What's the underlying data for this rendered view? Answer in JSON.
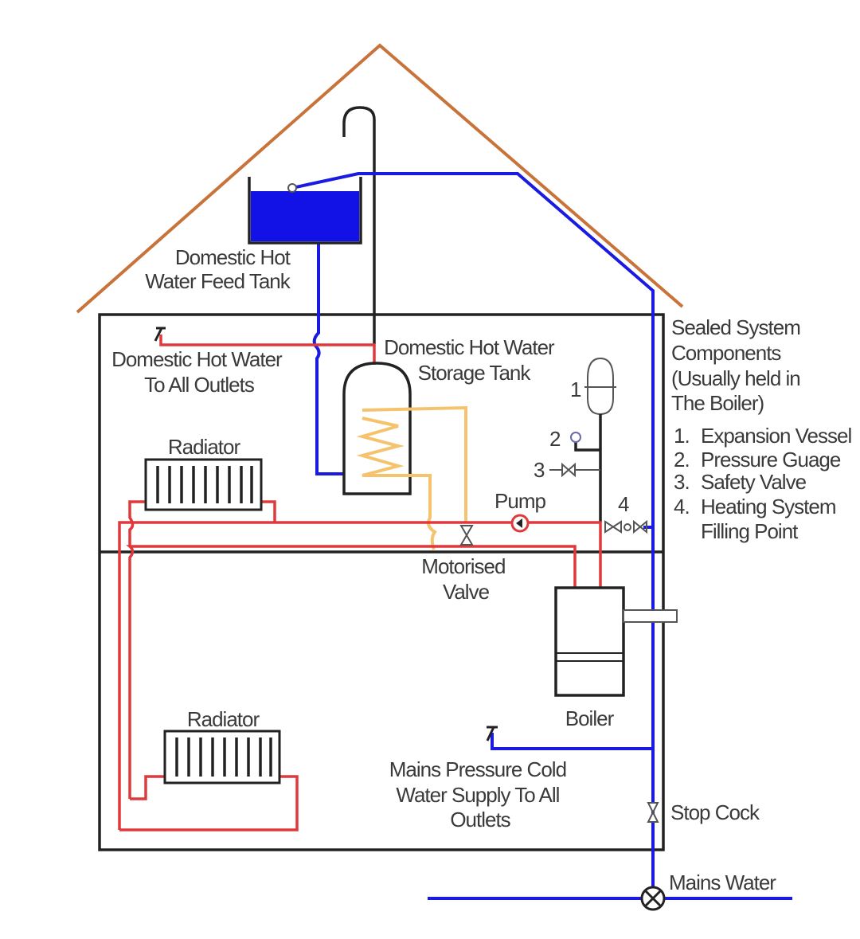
{
  "labels": {
    "feed_tank": [
      "Domestic Hot",
      "Water Feed Tank"
    ],
    "dhw_outlets": [
      "Domestic Hot Water",
      "To All Outlets"
    ],
    "storage_tank": [
      "Domestic Hot Water",
      "Storage Tank"
    ],
    "radiator_upper": "Radiator",
    "radiator_lower": "Radiator",
    "pump": "Pump",
    "motorised_valve": [
      "Motorised",
      "Valve"
    ],
    "boiler": "Boiler",
    "cold_supply": [
      "Mains Pressure Cold",
      "Water Supply To All",
      "Outlets"
    ],
    "stop_cock": "Stop Cock",
    "mains_water": "Mains Water",
    "sealed_system": [
      "Sealed System",
      "Components",
      "(Usually held in",
      "The Boiler)"
    ],
    "component_numbers": [
      "1",
      "2",
      "3",
      "4"
    ],
    "components": [
      {
        "num": "1.",
        "name": "Expansion Vessel"
      },
      {
        "num": "2.",
        "name": "Pressure Guage"
      },
      {
        "num": "3.",
        "name": "Safety Valve"
      },
      {
        "num": "4.",
        "name": "Heating System",
        "name2": "Filling Point"
      }
    ]
  },
  "colors": {
    "roof": "#c8733a",
    "cold_water": "#1a1ae0",
    "hot_water": "#e0393b",
    "primary_coil": "#f5c36e",
    "structure": "#222222"
  }
}
